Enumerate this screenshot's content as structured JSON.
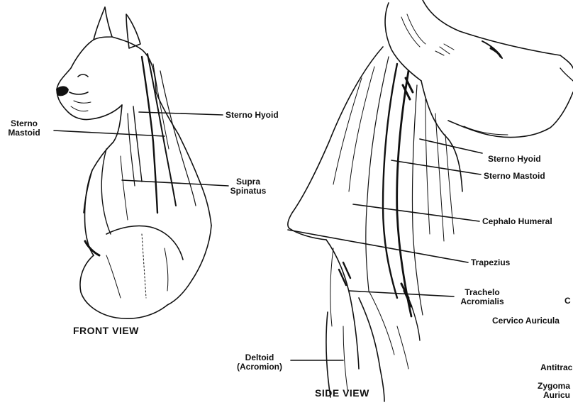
{
  "front_view": {
    "caption": "FRONT VIEW",
    "labels": {
      "sterno_mastoid_1": "Sterno",
      "sterno_mastoid_2": "Mastoid",
      "sterno_hyoid": "Sterno Hyoid",
      "supra_spinatus_1": "Supra",
      "supra_spinatus_2": "Spinatus"
    }
  },
  "side_view": {
    "caption": "SIDE VIEW",
    "labels": {
      "sterno_hyoid": "Sterno Hyoid",
      "sterno_mastoid": "Sterno Mastoid",
      "cephalo_humeral": "Cephalo Humeral",
      "trapezius": "Trapezius",
      "trachelo_acromialis_1": "Trachelo",
      "trachelo_acromialis_2": "Acromialis",
      "deltoid_1": "Deltoid",
      "deltoid_2": "(Acromion)",
      "cervico_auricular": "Cervico Auricula",
      "partial_c": "C",
      "antitragicus": "Antitrac",
      "zygomatic_1": "Zygoma",
      "zygomatic_2": "Auricu"
    }
  }
}
